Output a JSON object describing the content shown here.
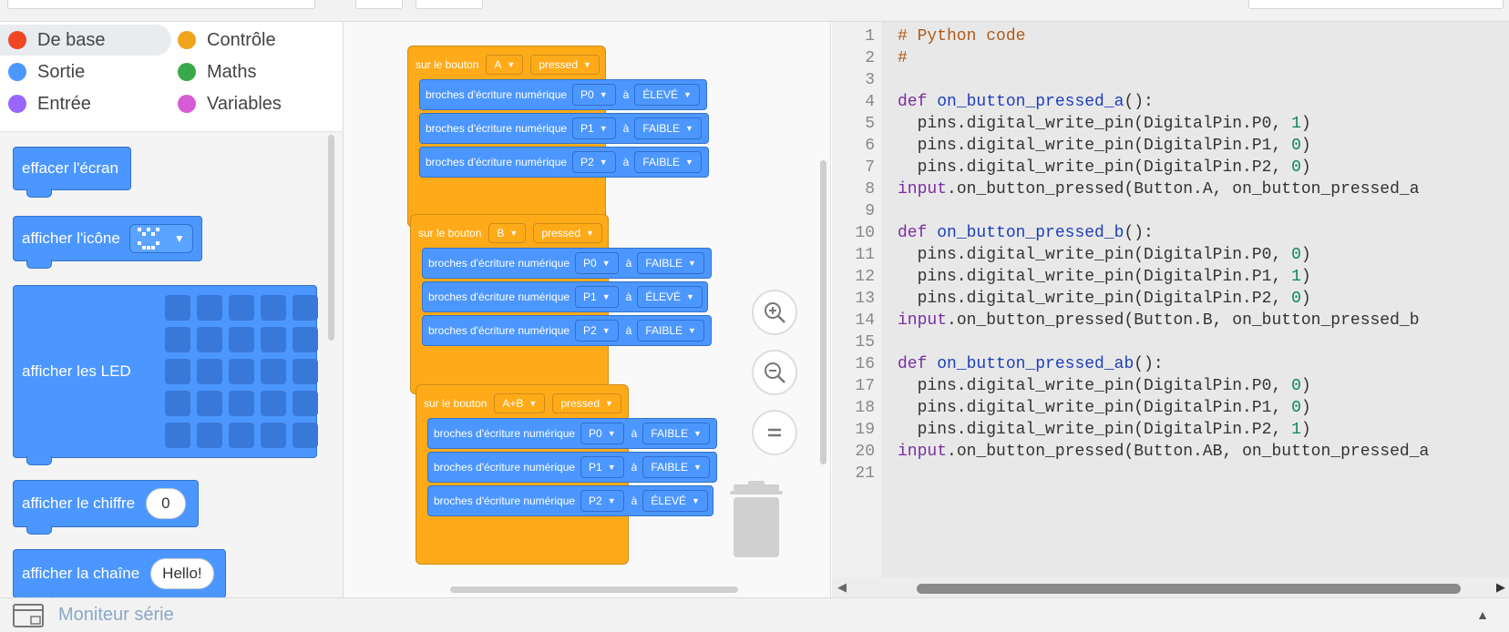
{
  "categories": [
    {
      "label": "De base",
      "color": "#ef4723"
    },
    {
      "label": "Contrôle",
      "color": "#f2a41c"
    },
    {
      "label": "Sortie",
      "color": "#4c97ff"
    },
    {
      "label": "Maths",
      "color": "#3aa94a"
    },
    {
      "label": "Entrée",
      "color": "#9966ff"
    },
    {
      "label": "Variables",
      "color": "#d65cd6"
    }
  ],
  "toolbox": {
    "clear_screen": "effacer l'écran",
    "show_icon": "afficher l'icône",
    "show_leds": "afficher les LED",
    "show_number": "afficher le chiffre",
    "show_number_value": "0",
    "show_string": "afficher la chaîne",
    "show_string_value": "Hello!"
  },
  "workspace": {
    "events": [
      {
        "hat": "sur le bouton",
        "button": "A",
        "action": "pressed",
        "commands": [
          {
            "text": "broches d'écriture numérique",
            "pin": "P0",
            "a": "à",
            "value": "ÉLEVÉ"
          },
          {
            "text": "broches d'écriture numérique",
            "pin": "P1",
            "a": "à",
            "value": "FAIBLE"
          },
          {
            "text": "broches d'écriture numérique",
            "pin": "P2",
            "a": "à",
            "value": "FAIBLE"
          }
        ]
      },
      {
        "hat": "sur le bouton",
        "button": "B",
        "action": "pressed",
        "commands": [
          {
            "text": "broches d'écriture numérique",
            "pin": "P0",
            "a": "à",
            "value": "FAIBLE"
          },
          {
            "text": "broches d'écriture numérique",
            "pin": "P1",
            "a": "à",
            "value": "ÉLEVÉ"
          },
          {
            "text": "broches d'écriture numérique",
            "pin": "P2",
            "a": "à",
            "value": "FAIBLE"
          }
        ]
      },
      {
        "hat": "sur le bouton",
        "button": "A+B",
        "action": "pressed",
        "commands": [
          {
            "text": "broches d'écriture numérique",
            "pin": "P0",
            "a": "à",
            "value": "FAIBLE"
          },
          {
            "text": "broches d'écriture numérique",
            "pin": "P1",
            "a": "à",
            "value": "FAIBLE"
          },
          {
            "text": "broches d'écriture numérique",
            "pin": "P2",
            "a": "à",
            "value": "ÉLEVÉ"
          }
        ]
      }
    ]
  },
  "editor": {
    "line_numbers": [
      "1",
      "2",
      "3",
      "4",
      "5",
      "6",
      "7",
      "8",
      "9",
      "10",
      "11",
      "12",
      "13",
      "14",
      "15",
      "16",
      "17",
      "18",
      "19",
      "20",
      "21"
    ],
    "lines": [
      "# Python code",
      "#",
      "",
      "def on_button_pressed_a():",
      "  pins.digital_write_pin(DigitalPin.P0, 1)",
      "  pins.digital_write_pin(DigitalPin.P1, 0)",
      "  pins.digital_write_pin(DigitalPin.P2, 0)",
      "input.on_button_pressed(Button.A, on_button_pressed_a",
      "",
      "def on_button_pressed_b():",
      "  pins.digital_write_pin(DigitalPin.P0, 0)",
      "  pins.digital_write_pin(DigitalPin.P1, 1)",
      "  pins.digital_write_pin(DigitalPin.P2, 0)",
      "input.on_button_pressed(Button.B, on_button_pressed_b",
      "",
      "def on_button_pressed_ab():",
      "  pins.digital_write_pin(DigitalPin.P0, 0)",
      "  pins.digital_write_pin(DigitalPin.P1, 0)",
      "  pins.digital_write_pin(DigitalPin.P2, 1)",
      "input.on_button_pressed(Button.AB, on_button_pressed_a",
      ""
    ]
  },
  "bottom": {
    "serial_monitor": "Moniteur série"
  },
  "icons": {
    "zoom_in": "zoom-in-icon",
    "zoom_out": "zoom-out-icon",
    "reset": "reset-zoom-icon",
    "trash": "trash-icon",
    "serial": "serial-monitor-icon",
    "collapse": "chevron-up-icon"
  }
}
